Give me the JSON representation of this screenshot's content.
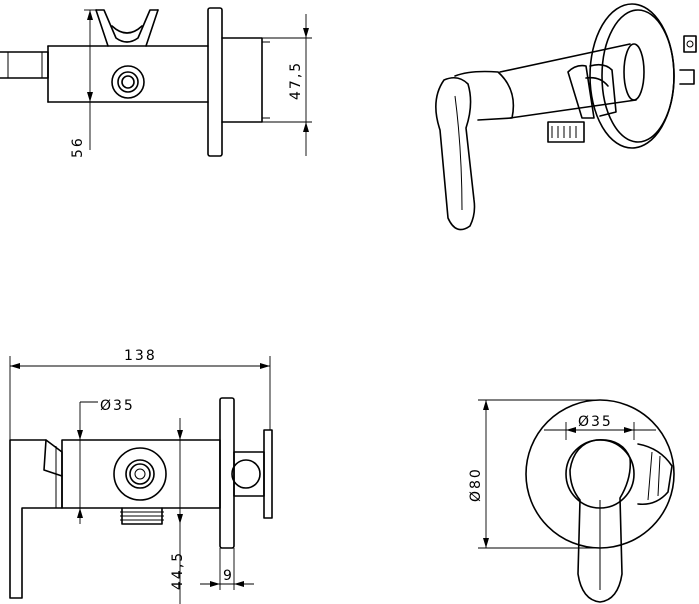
{
  "dimensions": {
    "height_total": "56",
    "height_upper": "47,5",
    "length_total": "138",
    "body_diameter": "Ø35",
    "outlet_height": "44,5",
    "plate_thickness": "9",
    "rosette_diameter": "Ø80",
    "front_diameter": "Ø35"
  },
  "colors": {
    "line": "#000000",
    "background": "#ffffff"
  }
}
